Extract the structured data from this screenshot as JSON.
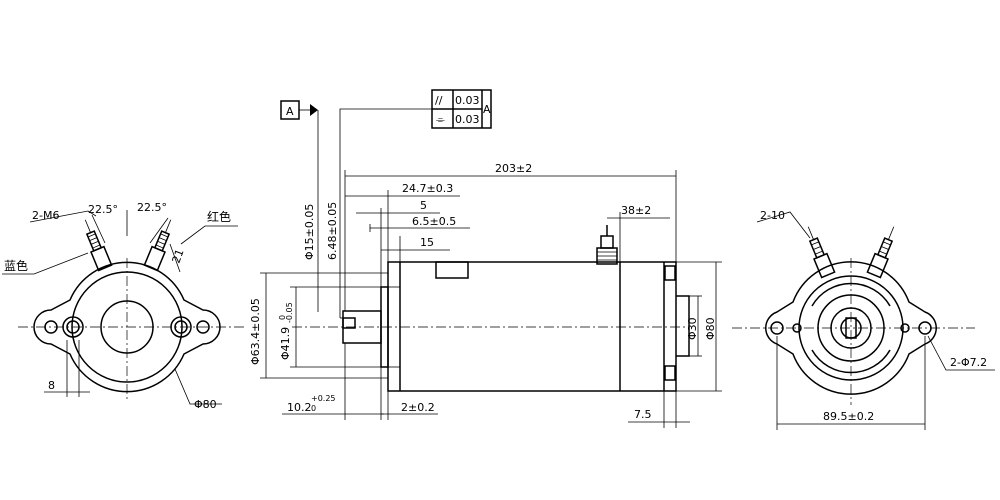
{
  "datum": {
    "letter": "A"
  },
  "tolerance_frame": {
    "parallelism_symbol": "//",
    "parallelism_value": "0.03",
    "symmetry_symbol": "⌯",
    "symmetry_value": "0.03",
    "datum_ref": "A"
  },
  "front_view": {
    "thread_label": "2-M6",
    "angle_left": "22.5°",
    "angle_right": "22.5°",
    "red_wire_label": "红色",
    "blue_wire_label": "蓝色",
    "dim_21": "21",
    "dim_8": "8",
    "dim_d80": "Φ80"
  },
  "side_view": {
    "length_total": "203±2",
    "dim_24_7": "24.7±0.3",
    "dim_5": "5",
    "dim_6_5": "6.5±0.5",
    "dim_15": "15",
    "dim_38": "38±2",
    "dim_shaft_d15": "Φ15±0.05",
    "dim_flat": "6.48±0.05",
    "dim_pilot_d63": "Φ63.4±0.05",
    "dim_d41": "Φ41.9",
    "dim_d41_tol_upper": "0",
    "dim_d41_tol_lower": "-0.05",
    "dim_d30": "Φ30",
    "dim_d80": "Φ80",
    "dim_10_2": "10.2",
    "dim_10_2_tol_upper": "+0.25",
    "dim_10_2_tol_lower": "0",
    "dim_2": "2±0.2",
    "dim_7_5": "7.5"
  },
  "rear_view": {
    "terminal_label": "2-10",
    "hole_label": "2-Φ7.2",
    "dim_89_5": "89.5±0.2"
  }
}
